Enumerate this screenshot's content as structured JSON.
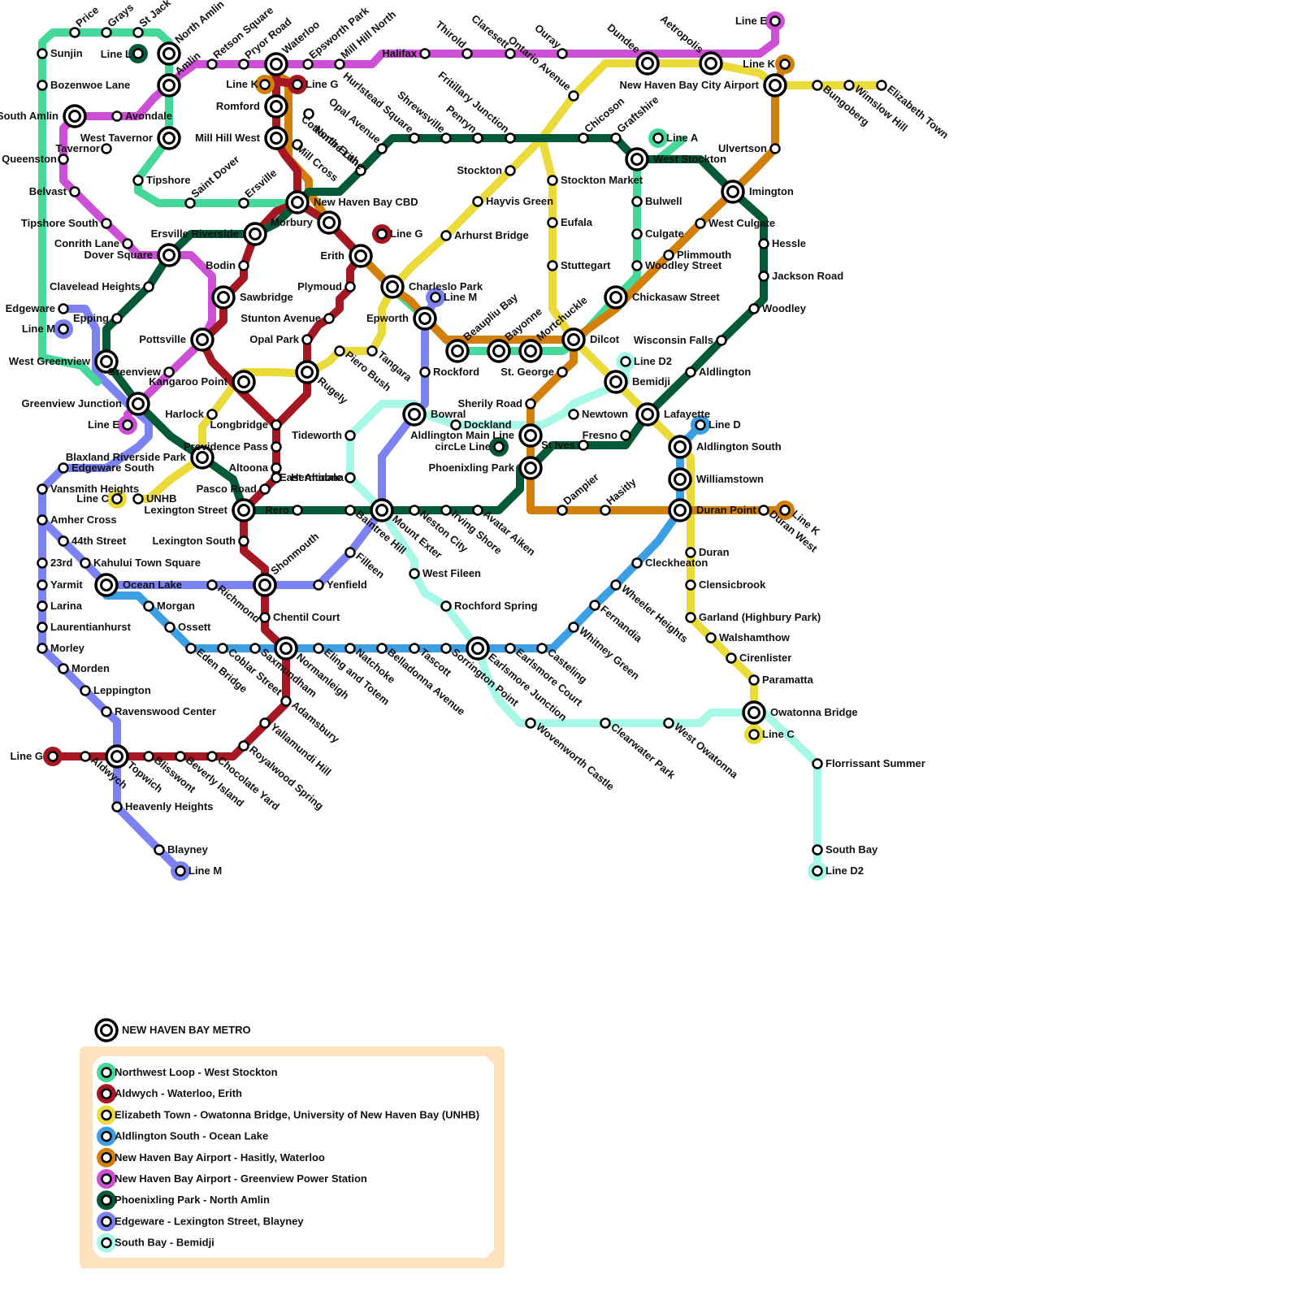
{
  "title": "NEW HAVEN BAY METRO",
  "lines": [
    {
      "id": "nw",
      "name": "Northwest Loop - West Stockton",
      "color": "#46d899"
    },
    {
      "id": "red",
      "name": "Aldwych - Waterloo, Erith",
      "color": "#a51722"
    },
    {
      "id": "yel",
      "name": "Elizabeth Town - Owatonna Bridge, University of New Haven Bay (UNHB)",
      "color": "#eadb3a"
    },
    {
      "id": "blu",
      "name": "Aldlington South - Ocean Lake",
      "color": "#3d9fe3"
    },
    {
      "id": "ora",
      "name": "New Haven Bay Airport - Hasitly, Waterloo",
      "color": "#d27f0c"
    },
    {
      "id": "mag",
      "name": "New Haven Bay Airport - Greenview Power Station",
      "color": "#cc4fd6"
    },
    {
      "id": "dgr",
      "name": "Phoenixling Park - North Amlin",
      "color": "#045a37"
    },
    {
      "id": "pur",
      "name": "Edgeware - Lexington Street, Blayney",
      "color": "#7c82f1"
    },
    {
      "id": "aqu",
      "name": "South Bay - Bemidji",
      "color": "#a8f8e8"
    }
  ],
  "stations": [
    {
      "name": "Price"
    },
    {
      "name": "Grays"
    },
    {
      "name": "St Jack"
    },
    {
      "name": "North Amlin"
    },
    {
      "name": "Line L"
    },
    {
      "name": "Sunjin"
    },
    {
      "name": "Bozenwoe Lane"
    },
    {
      "name": "Amlin"
    },
    {
      "name": "South Amlin"
    },
    {
      "name": "Avondale"
    },
    {
      "name": "West Tavernor"
    },
    {
      "name": "Tavernor"
    },
    {
      "name": "Queenston"
    },
    {
      "name": "Tipshore"
    },
    {
      "name": "Belvast"
    },
    {
      "name": "Saint Dover"
    },
    {
      "name": "Ersville"
    },
    {
      "name": "Tipshore South"
    },
    {
      "name": "Conrith Lane"
    },
    {
      "name": "Ersville Riverside"
    },
    {
      "name": "Dover Square"
    },
    {
      "name": "Retson Square"
    },
    {
      "name": "Pryor Road"
    },
    {
      "name": "Waterloo"
    },
    {
      "name": "Epsworth Park"
    },
    {
      "name": "Mill Hill North"
    },
    {
      "name": "Halifax"
    },
    {
      "name": "Line K"
    },
    {
      "name": "Line G"
    },
    {
      "name": "Romford"
    },
    {
      "name": "Mill Hill West"
    },
    {
      "name": "Cottonfire Lane"
    },
    {
      "name": "Mill Cross"
    },
    {
      "name": "New Haven Bay CBD"
    },
    {
      "name": "Morbury"
    },
    {
      "name": "Thirold"
    },
    {
      "name": "Claresett"
    },
    {
      "name": "Ontario Avenue"
    },
    {
      "name": "Ouray"
    },
    {
      "name": "Dundee"
    },
    {
      "name": "Aetropolis"
    },
    {
      "name": "Line E"
    },
    {
      "name": "New Haven Bay City Airport"
    },
    {
      "name": "Bungoberg"
    },
    {
      "name": "Wimslow Hill"
    },
    {
      "name": "Elizabeth Town"
    },
    {
      "name": "Hurlstead Square"
    },
    {
      "name": "Opal Avenue"
    },
    {
      "name": "North Erith"
    },
    {
      "name": "Shrewsville"
    },
    {
      "name": "Penryn"
    },
    {
      "name": "Fritillary Junction"
    },
    {
      "name": "Chicoson"
    },
    {
      "name": "Graftshire"
    },
    {
      "name": "Line A"
    },
    {
      "name": "West Stockton"
    },
    {
      "name": "Ulvertson"
    },
    {
      "name": "Stockton"
    },
    {
      "name": "Stockton Market"
    },
    {
      "name": "Bulwell"
    },
    {
      "name": "Imington"
    },
    {
      "name": "Hayvis Green"
    },
    {
      "name": "Eufala"
    },
    {
      "name": "West Culgate"
    },
    {
      "name": "Culgate"
    },
    {
      "name": "Hessle"
    },
    {
      "name": "Arhurst Bridge"
    },
    {
      "name": "Plimmouth"
    },
    {
      "name": "Erith"
    },
    {
      "name": "Stuttegart"
    },
    {
      "name": "Woodley Street"
    },
    {
      "name": "Jackson Road"
    },
    {
      "name": "Bodin"
    },
    {
      "name": "Plymoud"
    },
    {
      "name": "Charleslo Park"
    },
    {
      "name": "Clavelead Heights"
    },
    {
      "name": "Sawbridge"
    },
    {
      "name": "Line M"
    },
    {
      "name": "Chickasaw Street"
    },
    {
      "name": "Woodley"
    },
    {
      "name": "Edgeware"
    },
    {
      "name": "Epping"
    },
    {
      "name": "Stunton Avenue"
    },
    {
      "name": "Epworth"
    },
    {
      "name": "Beaupliu Bay"
    },
    {
      "name": "Bayonne"
    },
    {
      "name": "Mortchuckle"
    },
    {
      "name": "Pottsville"
    },
    {
      "name": "Opal Park"
    },
    {
      "name": "Wisconsin Falls"
    },
    {
      "name": "Dilcot"
    },
    {
      "name": "West Greenview"
    },
    {
      "name": "Piero Bush"
    },
    {
      "name": "Tangara"
    },
    {
      "name": "Rockford"
    },
    {
      "name": "St. George"
    },
    {
      "name": "Line D2"
    },
    {
      "name": "Aldlington"
    },
    {
      "name": "Greenview"
    },
    {
      "name": "Kangaroo Point"
    },
    {
      "name": "Rugely"
    },
    {
      "name": "Bemidji"
    },
    {
      "name": "Greenview Junction"
    },
    {
      "name": "Sherily Road"
    },
    {
      "name": "Harlock"
    },
    {
      "name": "Bowral"
    },
    {
      "name": "Newtown"
    },
    {
      "name": "Lafayette"
    },
    {
      "name": "Line D"
    },
    {
      "name": "Longbridge"
    },
    {
      "name": "Dockland"
    },
    {
      "name": "Tideworth"
    },
    {
      "name": "Aldlington Main Line"
    },
    {
      "name": "circLe Line"
    },
    {
      "name": "Fresno"
    },
    {
      "name": "St Ives"
    },
    {
      "name": "Providence Pass"
    },
    {
      "name": "Aldlington South"
    },
    {
      "name": "Blaxland Riverside Park"
    },
    {
      "name": "Hermidale"
    },
    {
      "name": "Edgeware South"
    },
    {
      "name": "Altoona"
    },
    {
      "name": "Phoenixling Park"
    },
    {
      "name": "East Altoona"
    },
    {
      "name": "Williamstown"
    },
    {
      "name": "Vansmith Heights"
    },
    {
      "name": "Pasco Road"
    },
    {
      "name": "Line C"
    },
    {
      "name": "UNHB"
    },
    {
      "name": "Dampier"
    },
    {
      "name": "Hasitly"
    },
    {
      "name": "Lexington Street"
    },
    {
      "name": "Rero"
    },
    {
      "name": "Duran Point"
    },
    {
      "name": "Duran West"
    },
    {
      "name": "Amher Cross"
    },
    {
      "name": "Baintree Hill"
    },
    {
      "name": "Neston City"
    },
    {
      "name": "Irving Shore"
    },
    {
      "name": "Avatar Aiken"
    },
    {
      "name": "Mount Exter"
    },
    {
      "name": "44th Street"
    },
    {
      "name": "Lexington South"
    },
    {
      "name": "Duran"
    },
    {
      "name": "Shonmouth"
    },
    {
      "name": "23rd"
    },
    {
      "name": "Kahului Town Square"
    },
    {
      "name": "Filleen"
    },
    {
      "name": "West Fileen"
    },
    {
      "name": "Cleckheaton"
    },
    {
      "name": "Yarmit"
    },
    {
      "name": "Ocean Lake"
    },
    {
      "name": "Richmond"
    },
    {
      "name": "Yenfield"
    },
    {
      "name": "Clensicbrook"
    },
    {
      "name": "Larina"
    },
    {
      "name": "Morgan"
    },
    {
      "name": "Rochford Spring"
    },
    {
      "name": "Wheeler Heights"
    },
    {
      "name": "Chentil Court"
    },
    {
      "name": "Fernandia"
    },
    {
      "name": "Garland (Highbury Park)"
    },
    {
      "name": "Laurentianhurst"
    },
    {
      "name": "Ossett"
    },
    {
      "name": "Whitney Green"
    },
    {
      "name": "Walshamthow"
    },
    {
      "name": "Morley"
    },
    {
      "name": "Eden Bridge"
    },
    {
      "name": "Coblar Street"
    },
    {
      "name": "Saxmundham"
    },
    {
      "name": "Normanleigh"
    },
    {
      "name": "Eling and Totem"
    },
    {
      "name": "Natchoke"
    },
    {
      "name": "Belladonna Avenue"
    },
    {
      "name": "Tascott"
    },
    {
      "name": "Sorrington Point"
    },
    {
      "name": "Earlsmore Junction"
    },
    {
      "name": "Earlsmore Court"
    },
    {
      "name": "Casteling"
    },
    {
      "name": "Cirenlister"
    },
    {
      "name": "Morden"
    },
    {
      "name": "Paramatta"
    },
    {
      "name": "Leppington"
    },
    {
      "name": "Adamsbury"
    },
    {
      "name": "Owatonna Bridge"
    },
    {
      "name": "Ravenswood Center"
    },
    {
      "name": "Wovenworth Castle"
    },
    {
      "name": "Clearwater Park"
    },
    {
      "name": "West Owatonna"
    },
    {
      "name": "Yallamundi Hill"
    },
    {
      "name": "Florrissant Summer"
    },
    {
      "name": "Aldwych"
    },
    {
      "name": "Topwich"
    },
    {
      "name": "Blisswont"
    },
    {
      "name": "Beverly Island"
    },
    {
      "name": "Chocolate Yard"
    },
    {
      "name": "Royalwood Spring"
    },
    {
      "name": "Heavenly Heights"
    },
    {
      "name": "Blayney"
    },
    {
      "name": "South Bay"
    }
  ]
}
